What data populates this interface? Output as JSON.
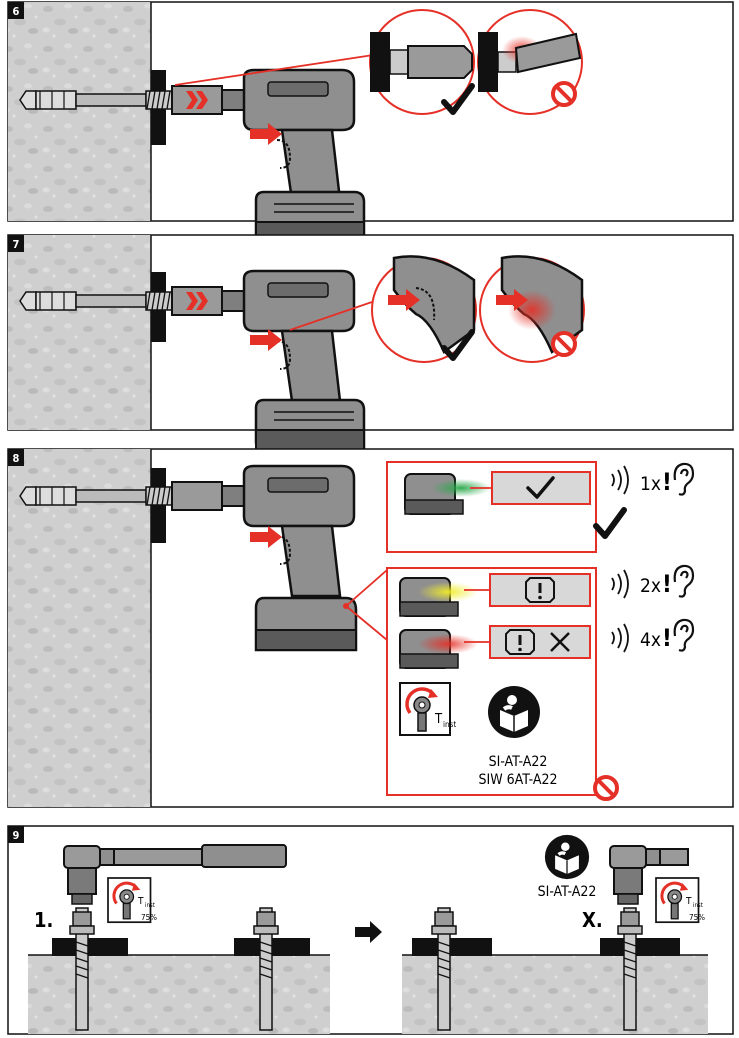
{
  "steps": [
    {
      "number": "6"
    },
    {
      "number": "7"
    },
    {
      "number": "8",
      "signals": [
        {
          "count": "1x",
          "exclaim": "!"
        },
        {
          "count": "2x",
          "exclaim": "!"
        },
        {
          "count": "4x",
          "exclaim": "!"
        }
      ],
      "torque": {
        "base": "T",
        "sub": "inst"
      },
      "models": [
        "SI-AT-A22",
        "SIW 6AT-A22"
      ]
    },
    {
      "number": "9",
      "order_first": "1.",
      "order_last": "X.",
      "torque": {
        "base": "T",
        "sub": "inst",
        "percent": "75%"
      },
      "model": "SI-AT-A22"
    }
  ],
  "colors": {
    "accent": "#e53027",
    "concrete": "#cfcfcf",
    "tool": "#8f8f8f",
    "dark": "#1a1a1a",
    "ok": "#2aa84a",
    "warn": "#e6e21a"
  }
}
